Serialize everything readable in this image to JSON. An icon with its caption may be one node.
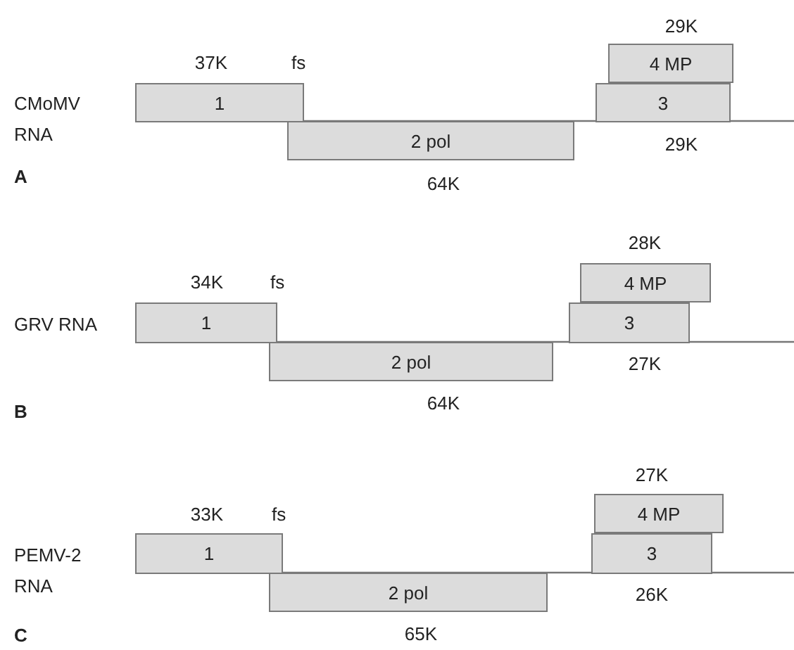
{
  "diagram": {
    "nodes": [
      {
        "text": [
          "1"
        ],
        "beside": [
          "37K"
        ]
      },
      {
        "text": [
          "2 pol"
        ],
        "beside": [
          "64K"
        ]
      },
      {
        "text": [
          "3"
        ],
        "beside": [
          "29K"
        ]
      },
      {
        "text": [
          "4 MP"
        ],
        "beside": [
          "29K"
        ]
      },
      {
        "text": [
          "1"
        ],
        "beside": [
          "34K"
        ]
      },
      {
        "text": [
          "2 pol"
        ],
        "beside": [
          "64K"
        ]
      },
      {
        "text": [
          "3"
        ],
        "beside": [
          "27K"
        ]
      },
      {
        "text": [
          "4 MP"
        ],
        "beside": [
          "28K"
        ]
      },
      {
        "text": [
          "1"
        ],
        "beside": [
          "33K"
        ]
      },
      {
        "text": [
          "2 pol"
        ],
        "beside": [
          "65K"
        ]
      },
      {
        "text": [
          "3"
        ],
        "beside": [
          "26K"
        ]
      },
      {
        "text": [
          "4 MP"
        ],
        "beside": [
          "27K"
        ]
      }
    ],
    "labels": [
      "fs",
      "CMoMV RNA",
      "A",
      "fs",
      "GRV RNA",
      "B",
      "fs",
      "PEMV-2 RNA",
      "C"
    ]
  }
}
